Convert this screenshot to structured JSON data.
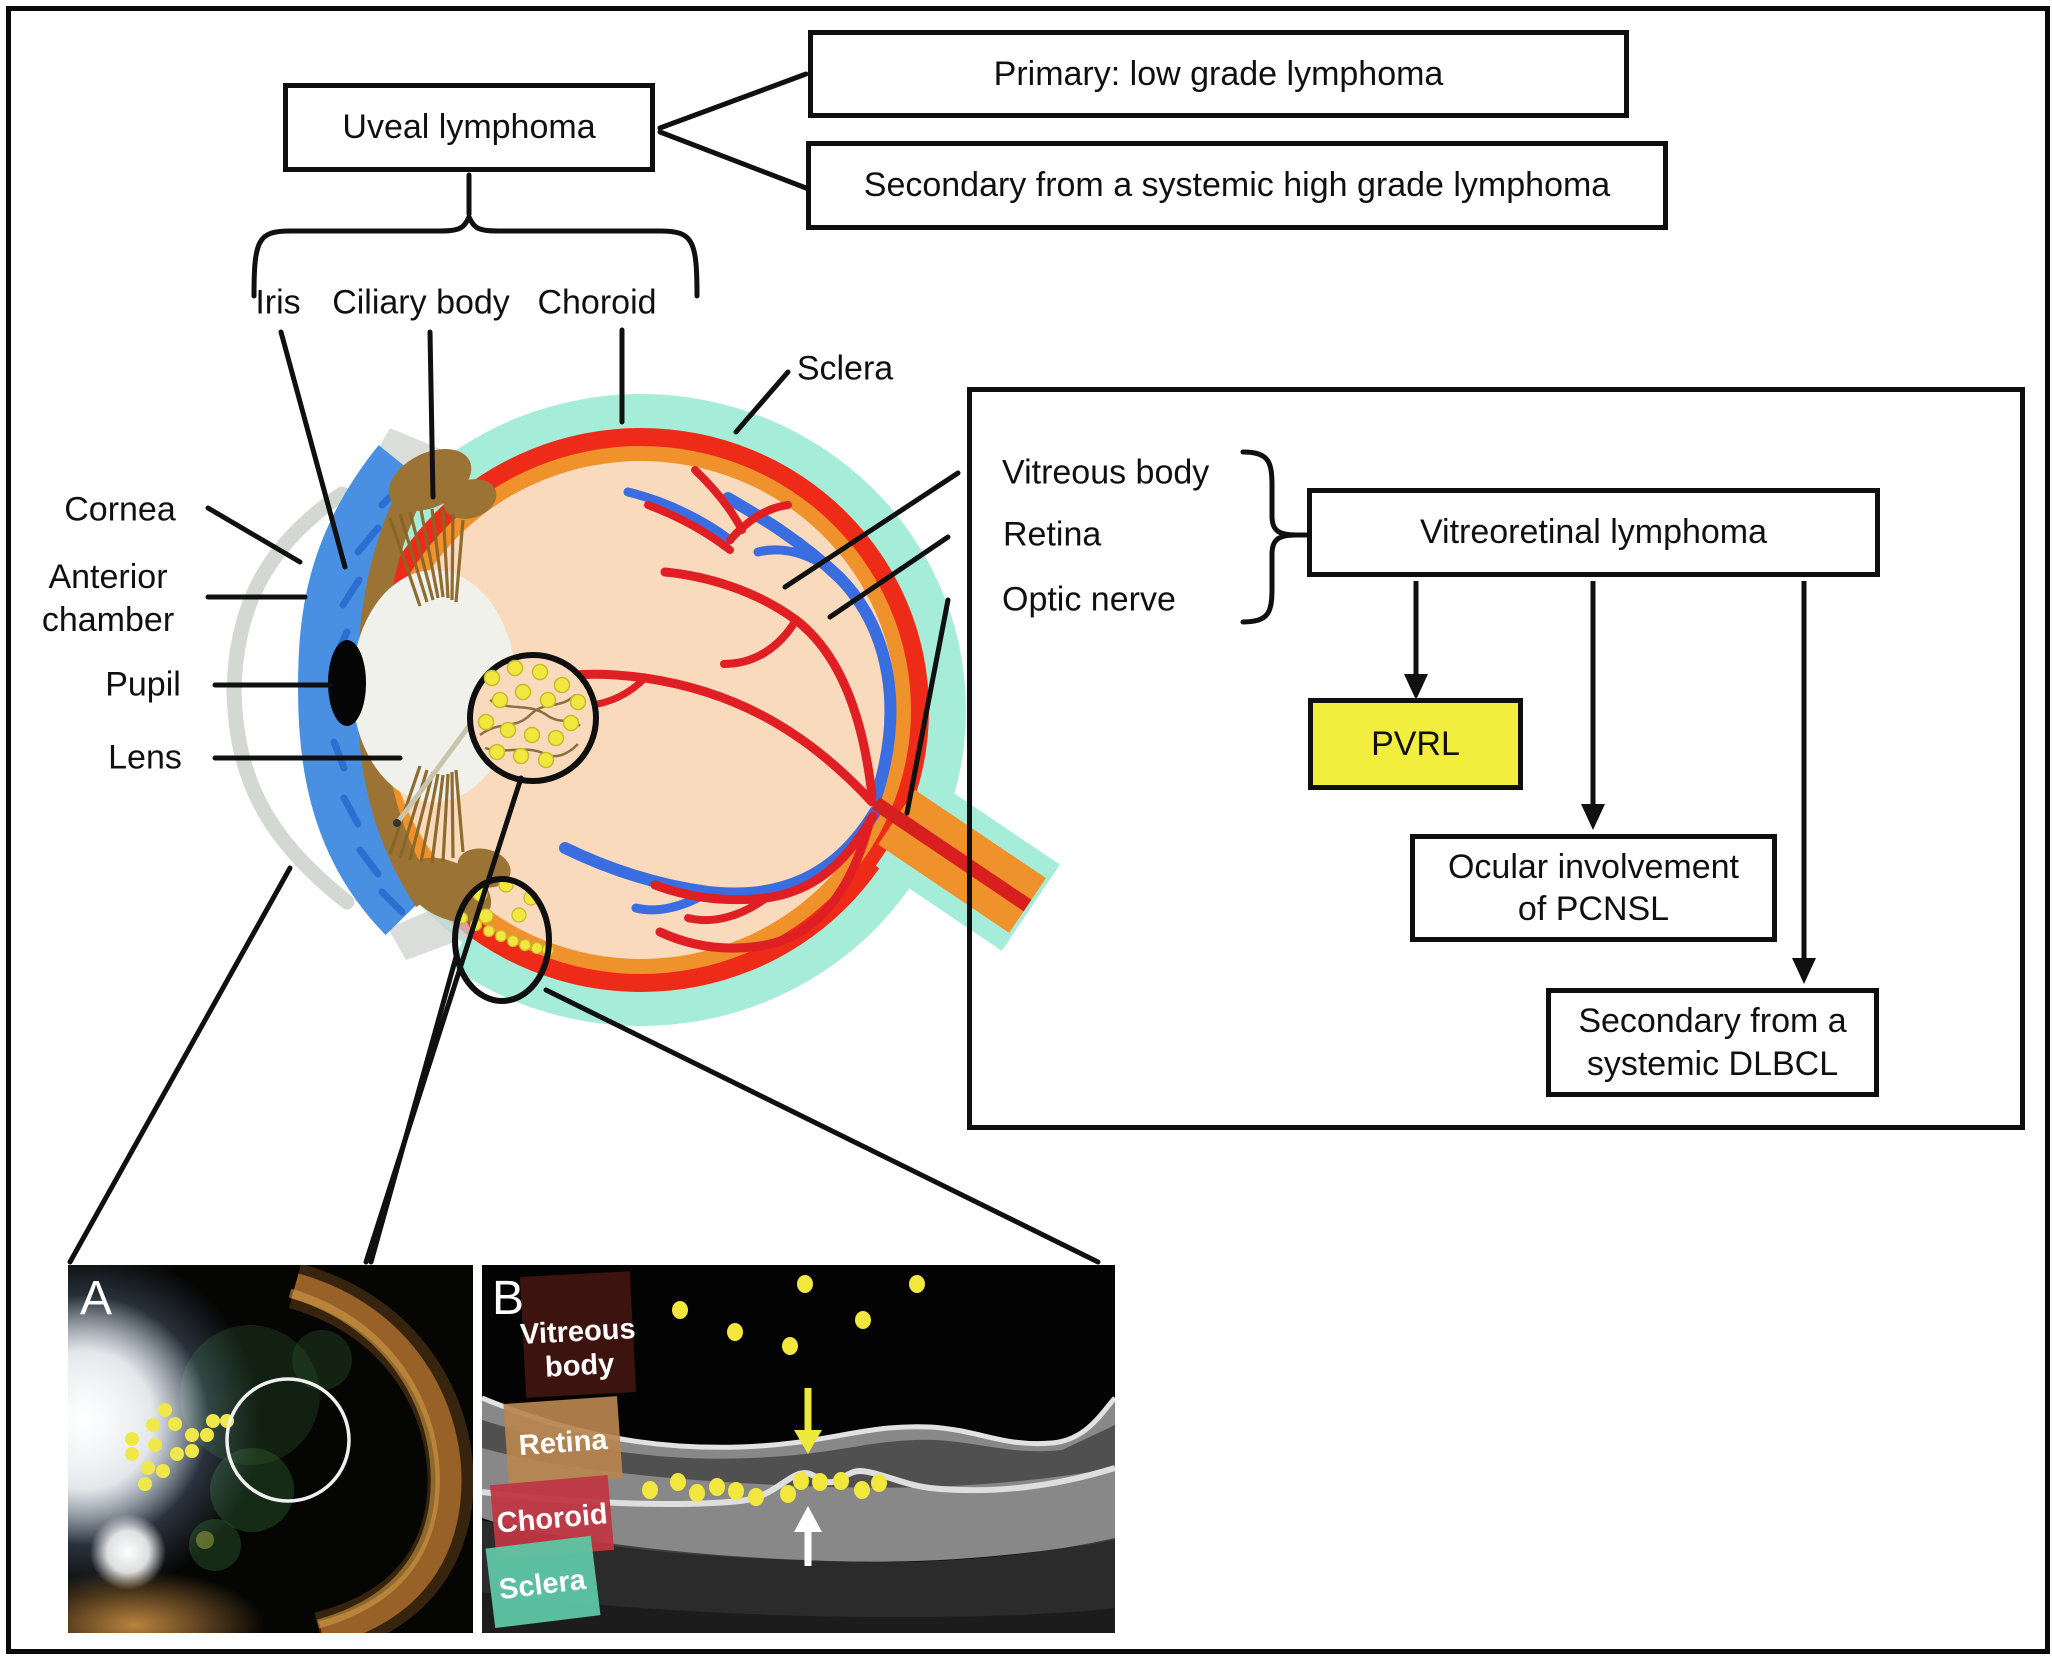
{
  "title_boxes": {
    "uveal": "Uveal lymphoma",
    "primary": "Primary: low grade lymphoma",
    "secondary": "Secondary from a systemic high grade lymphoma"
  },
  "uveal_parts": [
    "Iris",
    "Ciliary body",
    "Choroid"
  ],
  "eye_labels": {
    "cornea": "Cornea",
    "anterior_chamber": [
      "Anterior",
      "chamber"
    ],
    "pupil": "Pupil",
    "lens": "Lens",
    "sclera": "Sclera"
  },
  "flowchart": {
    "structures": [
      "Vitreous body",
      "Retina",
      "Optic nerve"
    ],
    "vitreoretinal": "Vitreoretinal lymphoma",
    "pvrl": "PVRL",
    "pcnsl": [
      "Ocular involvement",
      "of PCNSL"
    ],
    "dlbcl": [
      "Secondary from a",
      "systemic DLBCL"
    ]
  },
  "panels": {
    "a": {
      "label": "A"
    },
    "b": {
      "label": "B",
      "layers": [
        {
          "line1": "Vitreous",
          "line2": "body",
          "color": "#41150f"
        },
        {
          "name": "Retina",
          "color": "#b9854e"
        },
        {
          "name": "Choroid",
          "color": "#bf3642"
        },
        {
          "name": "Sclera",
          "color": "#5ec6a4"
        }
      ]
    }
  },
  "colors": {
    "pvrl_bg": "#f2ee3e",
    "lymphoma_dot": "#f2e73e",
    "sclera_teal": "#a6edd9",
    "choroid_red": "#ee2b18",
    "retina_orange": "#f0922b",
    "vitreous_peach": "#f9dabc"
  }
}
